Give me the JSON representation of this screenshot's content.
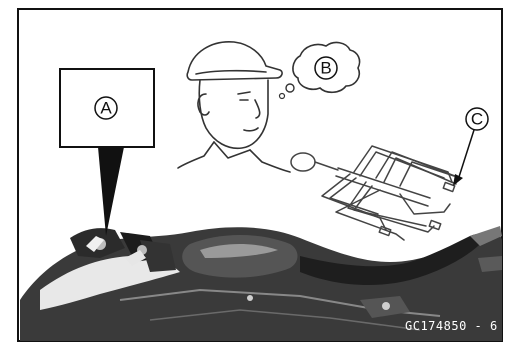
{
  "callouts": {
    "a": "A",
    "b": "B",
    "c": "C"
  },
  "figure_code": "GC174850 - 6",
  "colors": {
    "frame": "#111111",
    "motorcycle_dark": "#2a2a2a",
    "motorcycle_mid": "#4a4a4a",
    "line_art": "#333333",
    "background": "#ffffff"
  }
}
